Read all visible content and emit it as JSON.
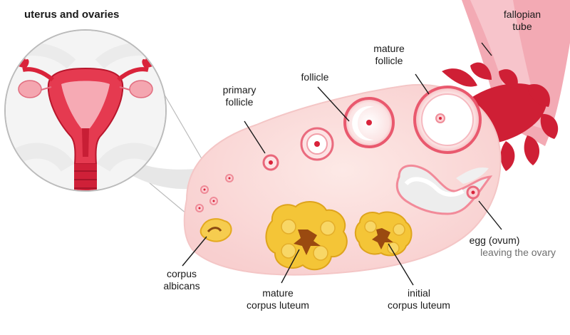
{
  "title": "uterus and ovaries",
  "labels": {
    "fallopian_tube": [
      "fallopian",
      "tube"
    ],
    "mature_follicle": [
      "mature",
      "follicle"
    ],
    "follicle": [
      "follicle"
    ],
    "primary_follicle": [
      "primary",
      "follicle"
    ],
    "corpus_albicans": [
      "corpus",
      "albicans"
    ],
    "mature_corpus_luteum": [
      "mature",
      "corpus luteum"
    ],
    "initial_corpus_luteum": [
      "initial",
      "corpus luteum"
    ],
    "egg": [
      "egg (ovum)",
      "leaving the ovary"
    ]
  },
  "colors": {
    "red": "#d9233a",
    "pink_tissue": "#f7c3c8",
    "ovary": "#fbe3e1",
    "yellow": "#f3c235",
    "gray": "#e9e9e9"
  }
}
